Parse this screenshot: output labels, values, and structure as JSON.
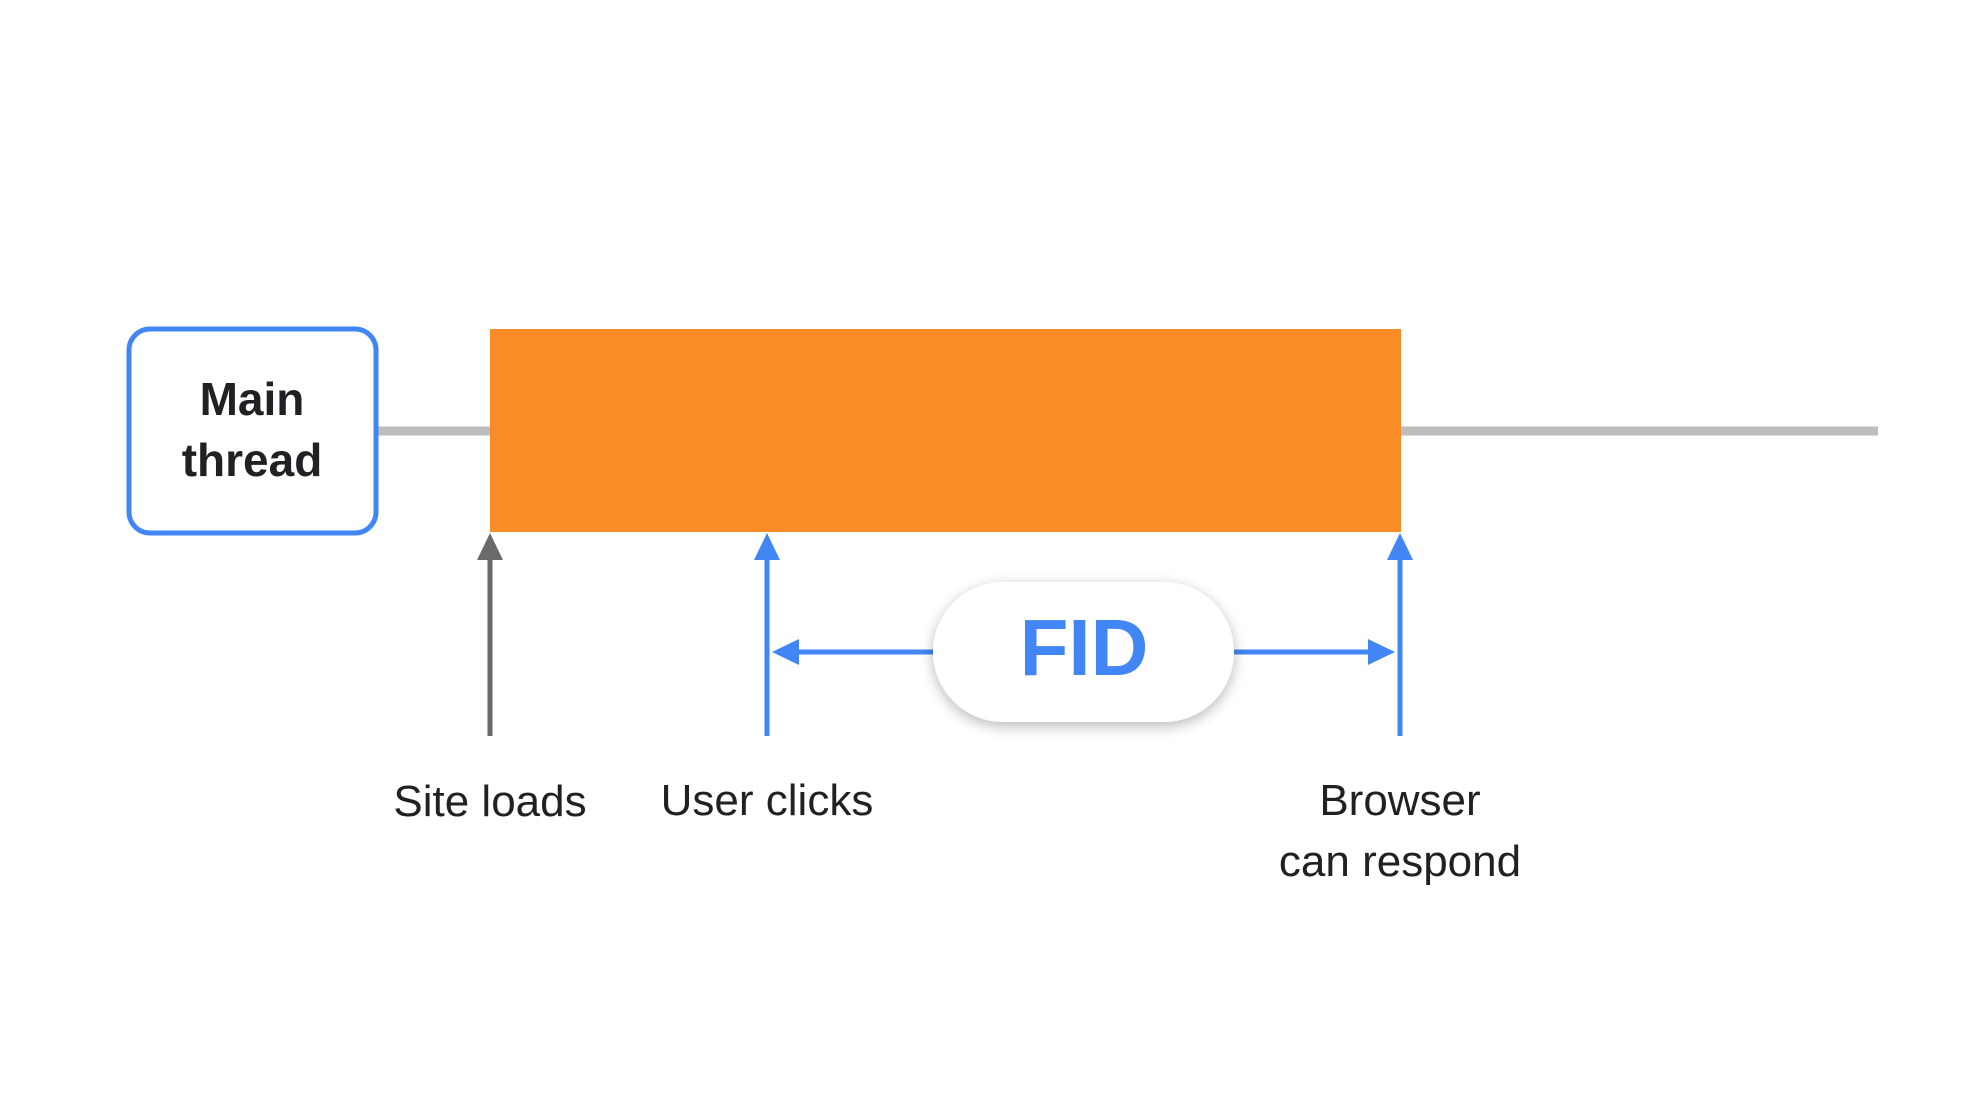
{
  "thread_label": {
    "line1": "Main",
    "line2": "thread"
  },
  "events": [
    {
      "label_lines": [
        "Site loads"
      ]
    },
    {
      "label_lines": [
        "User clicks"
      ]
    },
    {
      "label_lines": [
        "Browser",
        "can respond"
      ]
    }
  ],
  "metric": {
    "label": "FID"
  },
  "colors": {
    "task_block": "#fa8c27",
    "timeline": "#bdbdbd",
    "accent_blue": "#4285f4",
    "site_loads_arrow": "#6a6a6a",
    "text": "#202124"
  }
}
